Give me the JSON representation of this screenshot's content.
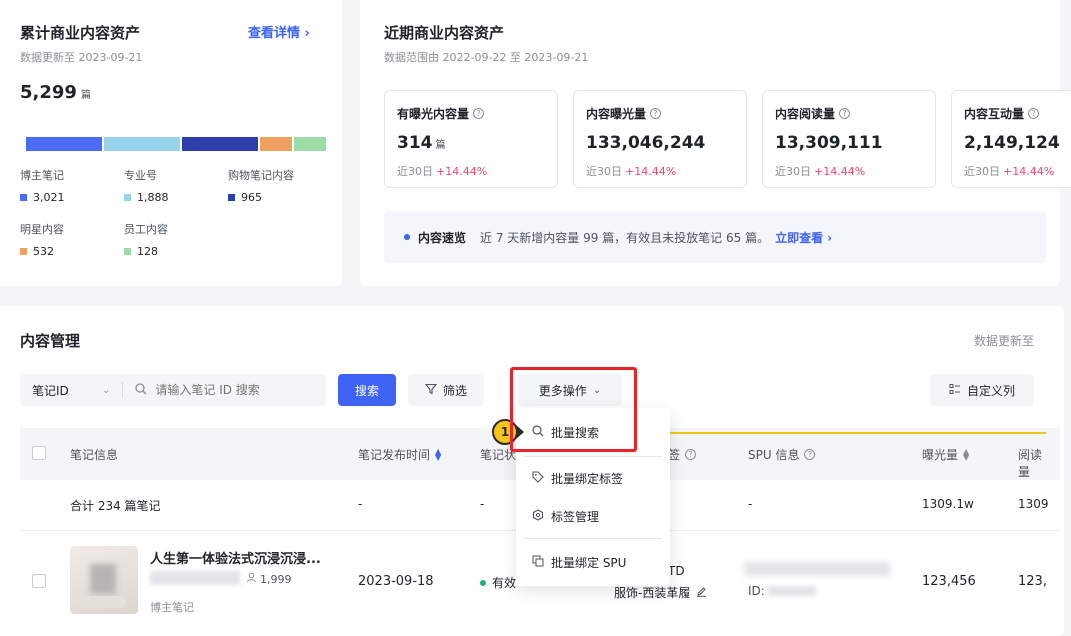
{
  "total_assets": {
    "title": "累计商业内容资产",
    "updated": "数据更新至 2023-09-21",
    "detail_link": "查看详情 ›",
    "count": "5,299",
    "unit": "篇",
    "segments": [
      {
        "share": 0.26,
        "color": "#4a6cf7"
      },
      {
        "share": 0.26,
        "color": "#98d3ec"
      },
      {
        "share": 0.26,
        "color": "#2d3fa8"
      },
      {
        "share": 0.11,
        "color": "#f0a060"
      },
      {
        "share": 0.11,
        "color": "#9bdca6"
      }
    ],
    "legend": [
      {
        "label": "博主笔记",
        "value": "3,021",
        "color": "#4a6cf7"
      },
      {
        "label": "专业号",
        "value": "1,888",
        "color": "#98d3ec"
      },
      {
        "label": "购物笔记内容",
        "value": "965",
        "color": "#2d3fa8"
      },
      {
        "label": "明星内容",
        "value": "532",
        "color": "#f0a060"
      },
      {
        "label": "员工内容",
        "value": "128",
        "color": "#9bdca6"
      }
    ]
  },
  "recent_assets": {
    "title": "近期商业内容资产",
    "range": "数据范围由 2022-09-22 至 2023-09-21",
    "metrics": [
      {
        "label": "有曝光内容量",
        "value": "314",
        "unit": "篇",
        "trend_label": "近30日",
        "trend": "+14.44%"
      },
      {
        "label": "内容曝光量",
        "value": "133,046,244",
        "unit": "",
        "trend_label": "近30日",
        "trend": "+14.44%"
      },
      {
        "label": "内容阅读量",
        "value": "13,309,111",
        "unit": "",
        "trend_label": "近30日",
        "trend": "+14.44%"
      },
      {
        "label": "内容互动量",
        "value": "2,149,124",
        "unit": "",
        "trend_label": "近30日",
        "trend": "+14.44%"
      }
    ],
    "speed": {
      "label": "内容速览",
      "text": "近 7 天新增内容量 99 篇，有效且未投放笔记 65 篇。",
      "link": "立即查看 ›"
    }
  },
  "management": {
    "title": "内容管理",
    "updated": "数据更新至",
    "filter_select": "笔记ID",
    "search_placeholder": "请输入笔记 ID 搜索",
    "search_button": "搜索",
    "filter_button": "筛选",
    "more_button": "更多操作",
    "custom_columns": "自定义列",
    "columns": [
      "笔记信息",
      "笔记发布时间",
      "笔记状",
      "签",
      "SPU 信息",
      "曝光量",
      "阅读量"
    ],
    "summary": {
      "label": "合计 234 篇笔记",
      "dash1": "-",
      "dash2": "-",
      "dash3": "-",
      "exposure": "1309.1w",
      "read": "1309"
    },
    "row": {
      "title": "人生第一体验法式沉浸沉浸...",
      "fans": "1,999",
      "type": "博主笔记",
      "date": "2023-09-18",
      "status": "有效",
      "tag_a": "TD",
      "tag_b": "服饰-西装革履",
      "spu_id": "ID:",
      "exposure": "123,456",
      "read": "123,"
    }
  },
  "dropdown": {
    "items": [
      "批量搜索",
      "批量绑定标签",
      "标签管理",
      "批量绑定 SPU"
    ]
  },
  "step_badge": "1",
  "colors": {
    "primary": "#3f63f5",
    "trend_up": "#f0466e",
    "highlight": "#e8242a",
    "guide": "#f5c518",
    "status_ok": "#1fb36b"
  }
}
